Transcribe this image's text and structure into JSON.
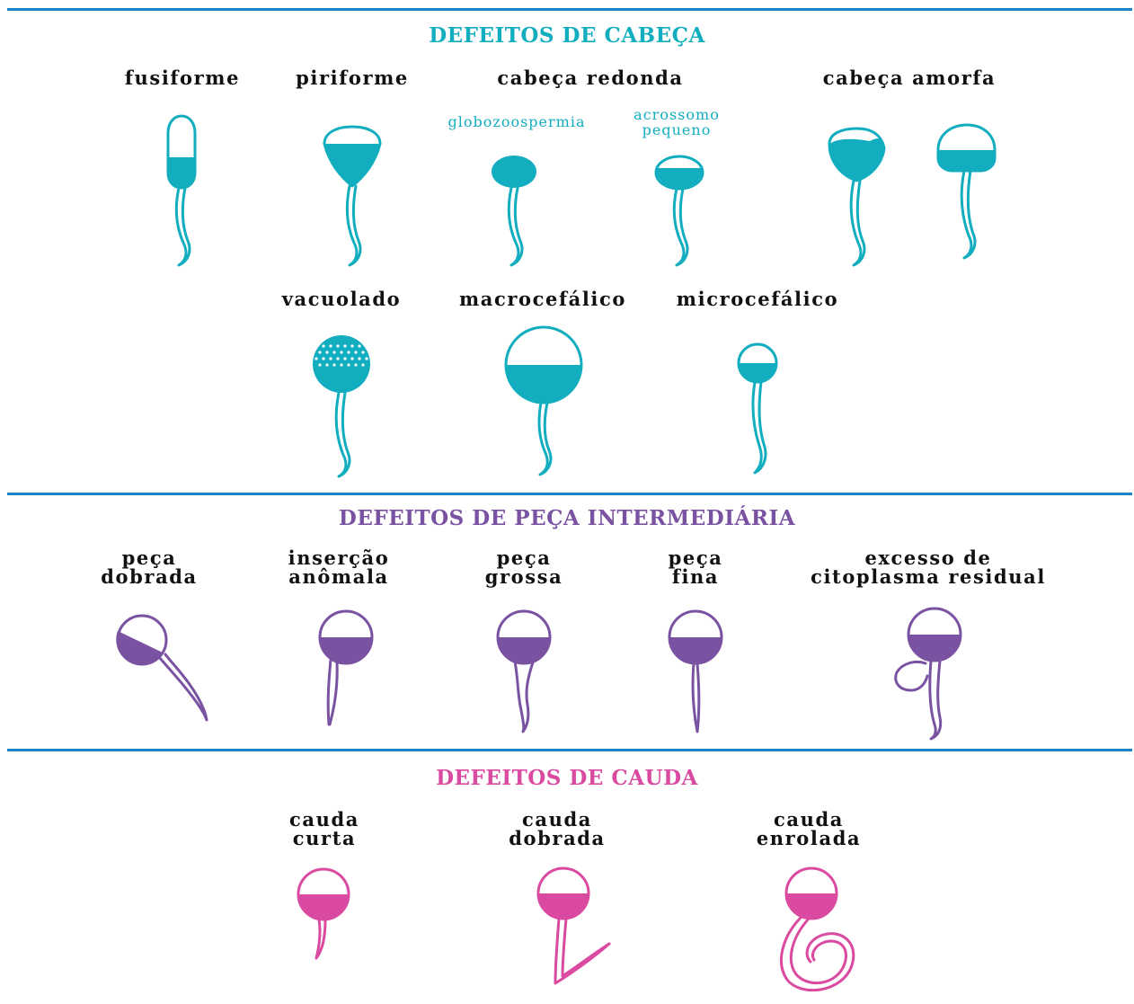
{
  "colors": {
    "rule": "#1a86c7",
    "head_defects": "#12aebf",
    "midpiece_defects": "#7a52a2",
    "tail_defects": "#d94aa0",
    "label_text": "#111111"
  },
  "sections": {
    "head": {
      "title": "DEFEITOS DE CABEÇA",
      "labels": {
        "fusiforme": "fusiforme",
        "piriforme": "piriforme",
        "cabeca_redonda": "cabeça redonda",
        "globozoospermia": "globozoospermia",
        "acrossomo_1": "acrossomo",
        "acrossomo_2": "pequeno",
        "cabeca_amorfa": "cabeça amorfa",
        "vacuolado": "vacuolado",
        "macrocefalico": "macrocefálico",
        "microcefalico": "microcefálico"
      }
    },
    "midpiece": {
      "title": "DEFEITOS DE PEÇA INTERMEDIÁRIA",
      "labels": {
        "dobrada_1": "peça",
        "dobrada_2": "dobrada",
        "insercao_1": "inserção",
        "insercao_2": "anômala",
        "grossa_1": "peça",
        "grossa_2": "grossa",
        "fina_1": "peça",
        "fina_2": "fina",
        "excesso_1": "excesso de",
        "excesso_2": "citoplasma residual"
      }
    },
    "tail": {
      "title": "DEFEITOS DE CAUDA",
      "labels": {
        "curta_1": "cauda",
        "curta_2": "curta",
        "dobrada_1": "cauda",
        "dobrada_2": "dobrada",
        "enrolada_1": "cauda",
        "enrolada_2": "enrolada"
      }
    }
  }
}
